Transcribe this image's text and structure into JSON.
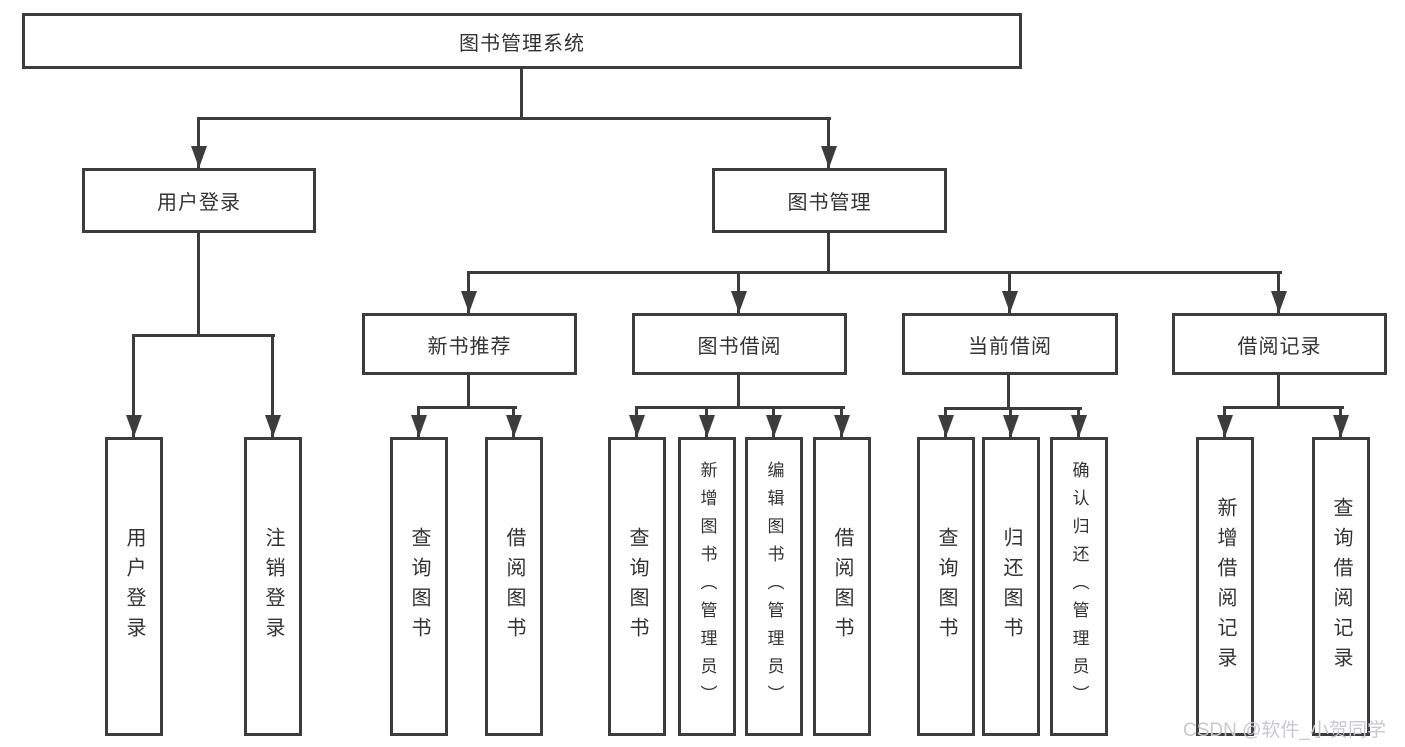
{
  "tree": {
    "label": "图书管理系统",
    "children": [
      {
        "label": "用户登录",
        "children": [
          {
            "label": "用户登录"
          },
          {
            "label": "注销登录"
          }
        ]
      },
      {
        "label": "图书管理",
        "children": [
          {
            "label": "新书推荐",
            "children": [
              {
                "label": "查询图书"
              },
              {
                "label": "借阅图书"
              }
            ]
          },
          {
            "label": "图书借阅",
            "children": [
              {
                "label": "查询图书"
              },
              {
                "label": "新增图书（管理员）"
              },
              {
                "label": "编辑图书（管理员）"
              },
              {
                "label": "借阅图书"
              }
            ]
          },
          {
            "label": "当前借阅",
            "children": [
              {
                "label": "查询图书"
              },
              {
                "label": "归还图书"
              },
              {
                "label": "确认归还（管理员）"
              }
            ]
          },
          {
            "label": "借阅记录",
            "children": [
              {
                "label": "新增借阅记录"
              },
              {
                "label": "查询借阅记录"
              }
            ]
          }
        ]
      }
    ]
  },
  "watermark": {
    "text": "CSDN @软件_小贺同学"
  },
  "colors": {
    "line": "#3c3c3c",
    "text": "#333333",
    "background": "#ffffff",
    "watermark": "#c9c9cd"
  }
}
